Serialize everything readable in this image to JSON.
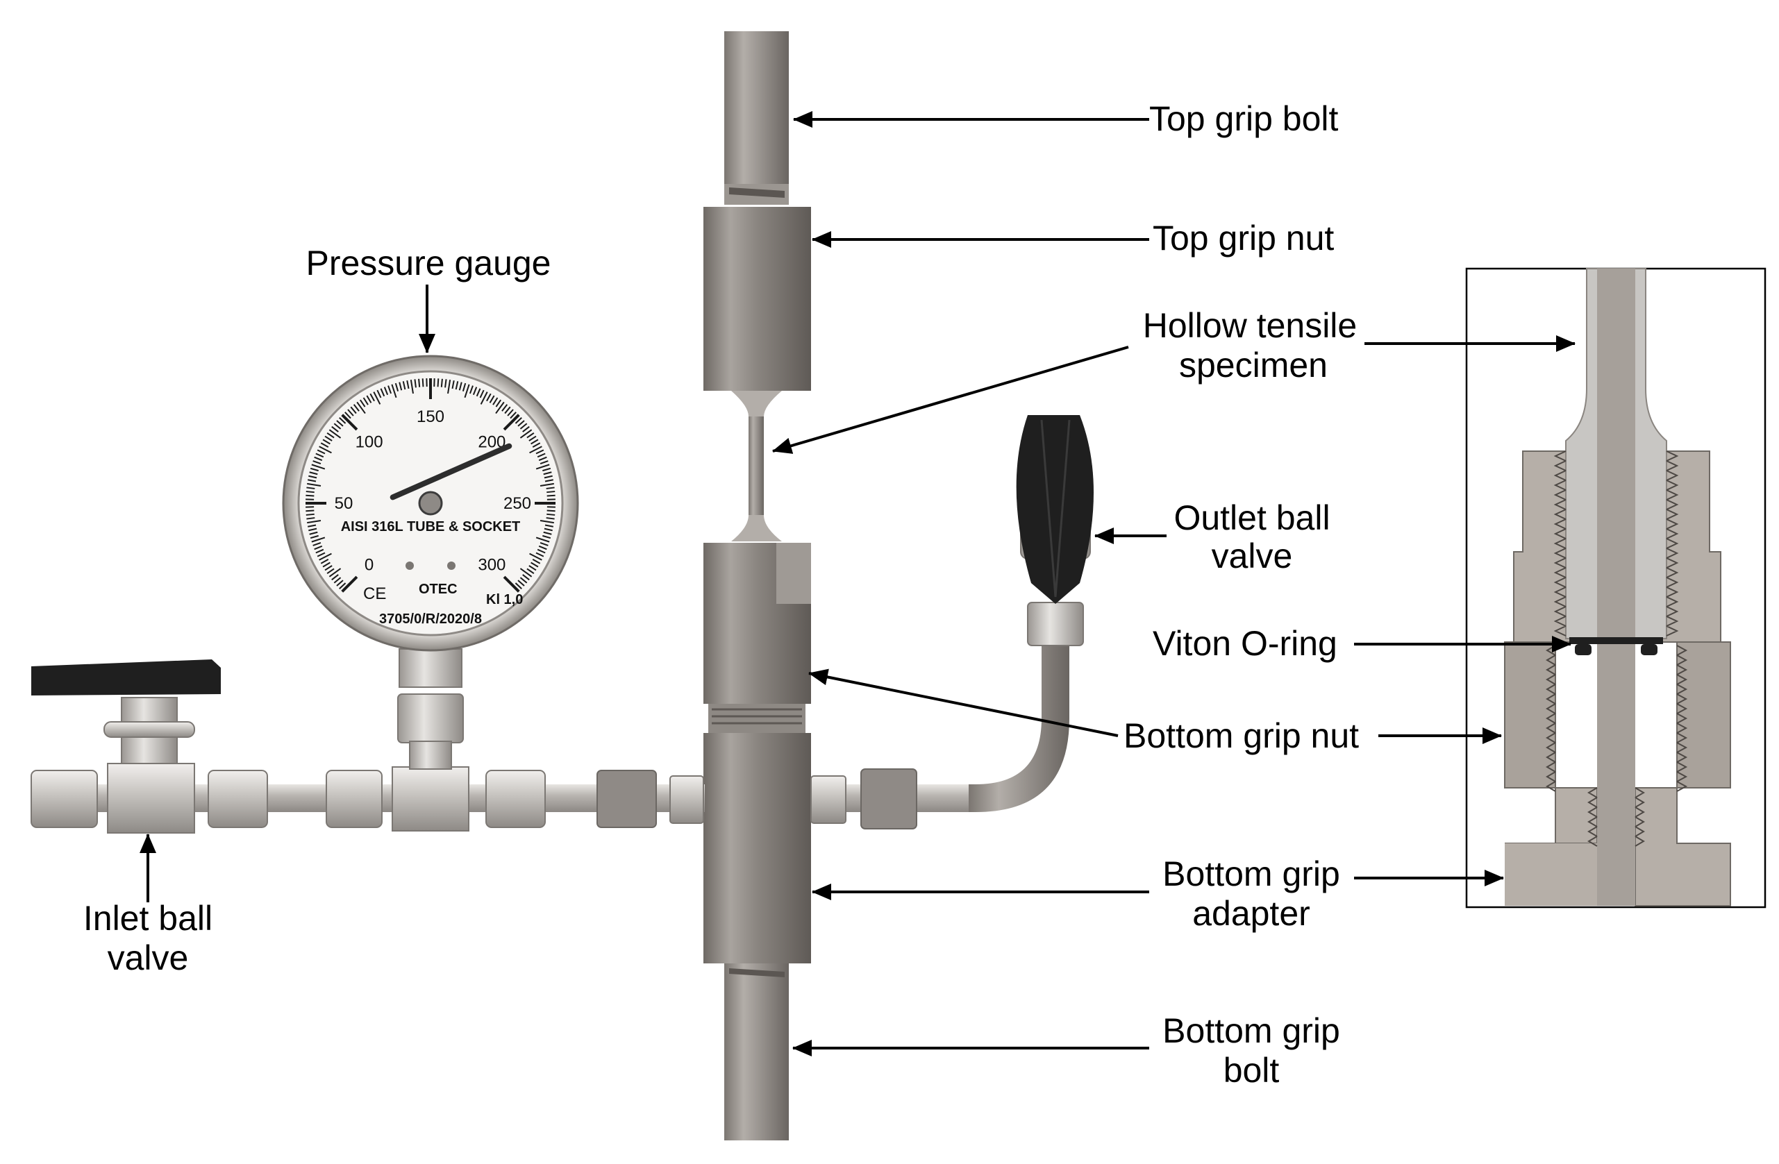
{
  "labels": {
    "top_grip_bolt": "Top grip bolt",
    "top_grip_nut": "Top grip nut",
    "hollow_specimen_1": "Hollow tensile",
    "hollow_specimen_2": "specimen",
    "outlet_valve_1": "Outlet ball",
    "outlet_valve_2": "valve",
    "viton_oring": "Viton O-ring",
    "bottom_grip_nut": "Bottom grip nut",
    "bottom_grip_adapter_1": "Bottom grip",
    "bottom_grip_adapter_2": "adapter",
    "bottom_grip_bolt_1": "Bottom grip",
    "bottom_grip_bolt_2": "bolt",
    "pressure_gauge": "Pressure gauge",
    "inlet_valve_1": "Inlet ball",
    "inlet_valve_2": "valve"
  },
  "gauge": {
    "scale_labels": [
      "0",
      "50",
      "100",
      "150",
      "200",
      "250",
      "300"
    ],
    "face_text": "AISI 316L TUBE & SOCKET",
    "serial_text": "3705/0/R/2020/8",
    "class_text": "Kl 1,0",
    "ce_mark": "CE",
    "brand_text": "OTEC",
    "needle_value": 210
  },
  "colors": {
    "steel_dark": "#807a75",
    "steel_mid": "#9e9994",
    "steel_light": "#d3d0cc",
    "fitting": "#c9c6c2",
    "handle": "#1f1f1f",
    "section_fill": "#b6afa8",
    "section_light": "#c8c6c3"
  }
}
